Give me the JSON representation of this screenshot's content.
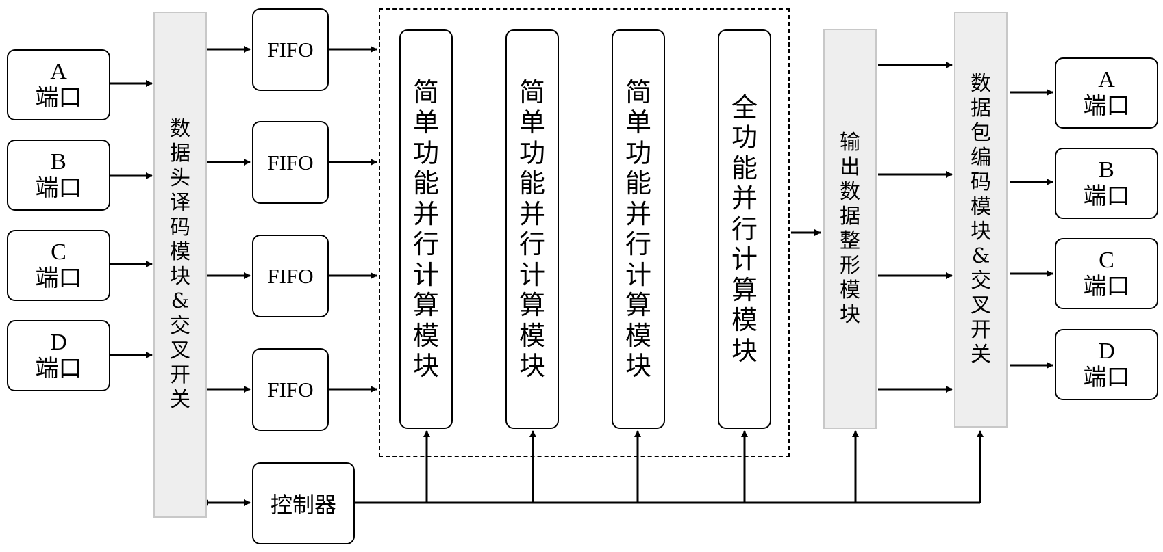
{
  "input_ports": [
    {
      "letter": "A",
      "label": "端口"
    },
    {
      "letter": "B",
      "label": "端口"
    },
    {
      "letter": "C",
      "label": "端口"
    },
    {
      "letter": "D",
      "label": "端口"
    }
  ],
  "output_ports": [
    {
      "letter": "A",
      "label": "端口"
    },
    {
      "letter": "B",
      "label": "端口"
    },
    {
      "letter": "C",
      "label": "端口"
    },
    {
      "letter": "D",
      "label": "端口"
    }
  ],
  "decoder_switch": {
    "label": "数据头译码模块&交叉开关"
  },
  "fifo_label": "FIFO",
  "fifos": [
    "FIFO",
    "FIFO",
    "FIFO",
    "FIFO"
  ],
  "compute_modules": [
    "简单功能并行计算模块",
    "简单功能并行计算模块",
    "简单功能并行计算模块",
    "全功能并行计算模块"
  ],
  "output_shaping": {
    "label": "输出数据整形模块"
  },
  "encoder_switch": {
    "label": "数据包编码模块&交叉开关"
  },
  "controller": {
    "label": "控制器"
  }
}
